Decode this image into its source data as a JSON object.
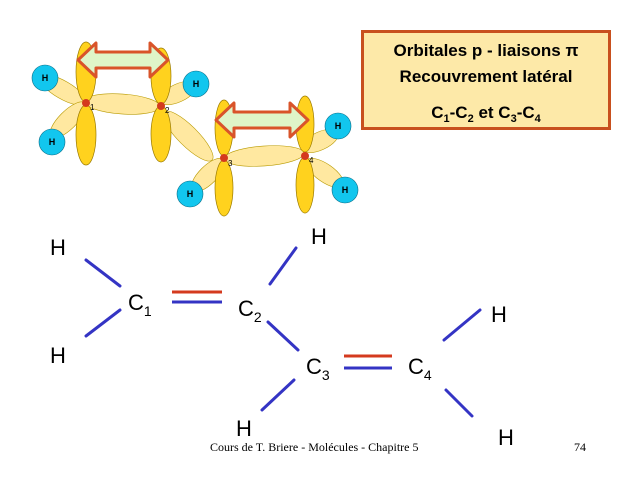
{
  "title_box": {
    "line1": "Orbitales p - liaisons π",
    "line2": "Recouvrement latéral",
    "line3": {
      "a": "C",
      "a_sub": "1",
      "b": "-C",
      "b_sub": "2",
      "c": " et C",
      "c_sub": "3",
      "d": "-C",
      "d_sub": "4"
    }
  },
  "orbital_diagram": {
    "hydrogen_label": "H",
    "carbon_labels": [
      "1",
      "2",
      "3",
      "4"
    ],
    "colors": {
      "p_lobe": "#ffd21e",
      "sp2_lobe": "#ffe8a0",
      "hydrogen": "#12c6ee",
      "overlap_arrow": "#d9542a",
      "arrow_fill": "#dff5c8",
      "carbon": "#d43a1e"
    }
  },
  "structure": {
    "h_label": "H",
    "c_label": "C",
    "c1_sub": "1",
    "c2_sub": "2",
    "c3_sub": "3",
    "c4_sub": "4",
    "colors": {
      "single_bond": "#3434c4",
      "pi_bond": "#d43a1e"
    }
  },
  "footer": "Cours de T. Briere - Molécules - Chapitre 5",
  "page_number": "74"
}
